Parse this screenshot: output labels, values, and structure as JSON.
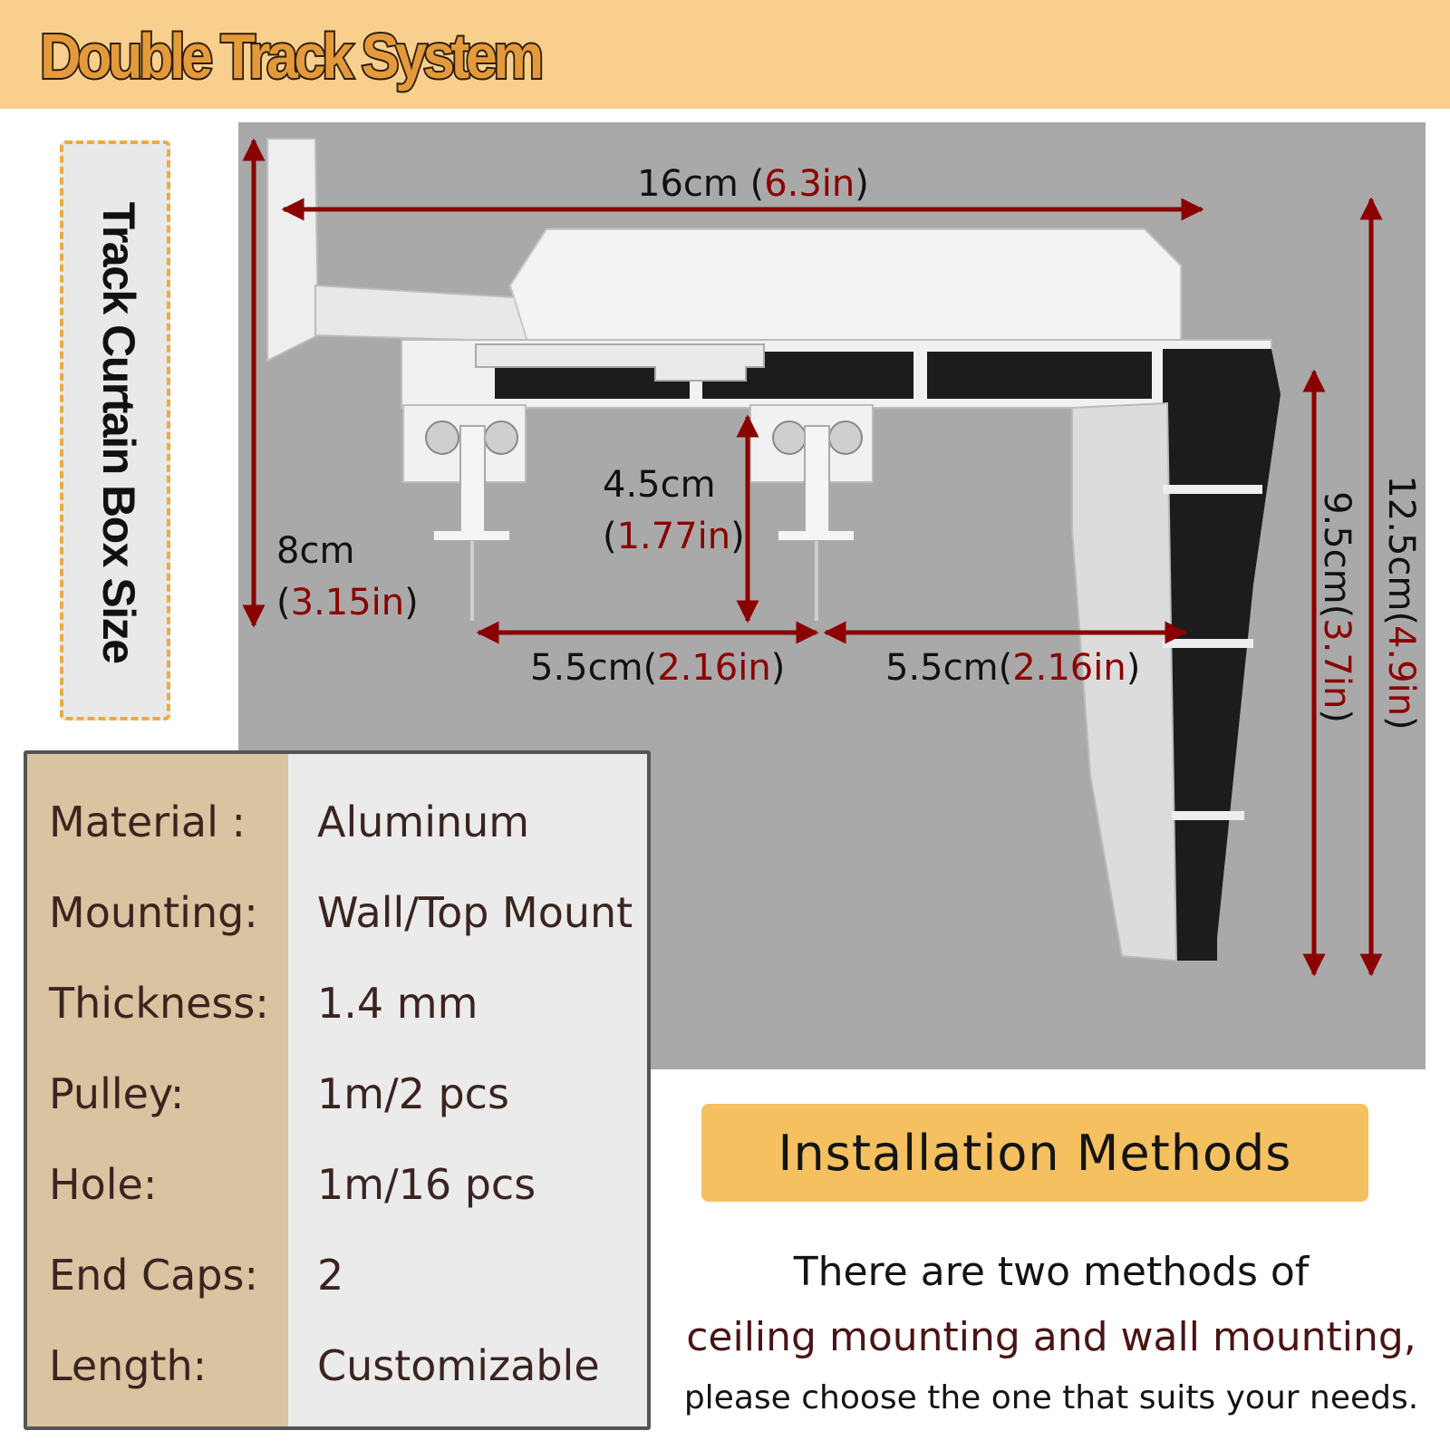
{
  "header": {
    "title": "Double Track System"
  },
  "side_label": {
    "text": "Track Curtain Box Size"
  },
  "dimensions": {
    "width": {
      "metric": "16cm",
      "imperial": "6.3in"
    },
    "height_left": {
      "metric": "8cm",
      "imperial": "3.15in"
    },
    "inner_height": {
      "metric": "4.5cm",
      "imperial": "1.77in"
    },
    "span_left": {
      "metric": "5.5cm",
      "imperial": "2.16in"
    },
    "span_right": {
      "metric": "5.5cm",
      "imperial": "2.16in"
    },
    "front_height": {
      "metric": "9.5cm",
      "imperial": "3.7in"
    },
    "total_height": {
      "metric": "12.5cm",
      "imperial": "4.9in"
    }
  },
  "specs": [
    {
      "label": "Material :",
      "value": "Aluminum"
    },
    {
      "label": "Mounting:",
      "value": "Wall/Top Mount"
    },
    {
      "label": "Thickness:",
      "value": "1.4 mm"
    },
    {
      "label": "Pulley:",
      "value": "1m/2 pcs"
    },
    {
      "label": "Hole:",
      "value": "1m/16 pcs"
    },
    {
      "label": "End Caps:",
      "value": "2"
    },
    {
      "label": "Length:",
      "value": "Customizable"
    }
  ],
  "installation": {
    "title": "Installation Methods",
    "line1": "There are two methods of",
    "line2": "ceiling mounting and wall mounting,",
    "line3": "please choose the one that suits your needs."
  },
  "colors": {
    "header_bg": "#f8cf8c",
    "diagram_bg": "#a9a9a9",
    "dimension_red": "#8b0000",
    "install_bar": "#f5c060",
    "spec_label_bg": "#d9c3a0"
  }
}
